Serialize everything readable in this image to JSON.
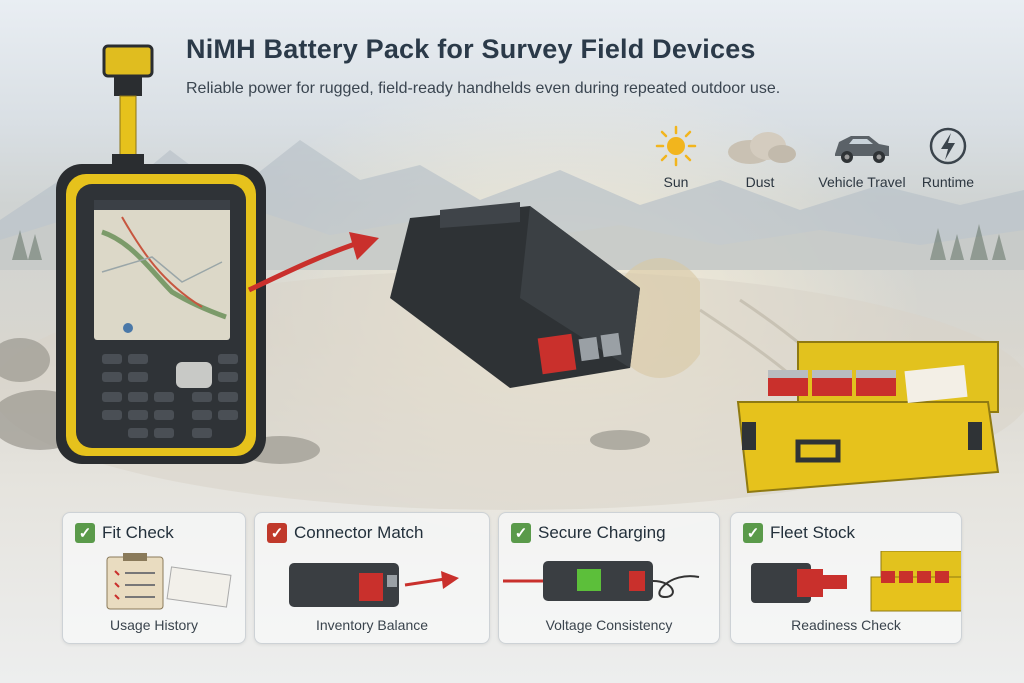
{
  "header": {
    "title": "NiMH Battery Pack for Survey Field Devices",
    "subtitle": "Reliable power for rugged, field-ready handhelds even during repeated outdoor use."
  },
  "conditions": [
    {
      "label": "Sun",
      "icon": "sun-icon"
    },
    {
      "label": "Dust",
      "icon": "dust-cloud-icon"
    },
    {
      "label": "Vehicle Travel",
      "icon": "vehicle-icon"
    },
    {
      "label": "Runtime",
      "icon": "lightning-icon"
    }
  ],
  "cards": [
    {
      "title": "Fit Check",
      "caption": "Usage History",
      "check_color": "#5a9a4a",
      "icon": "clipboard-icon"
    },
    {
      "title": "Connector Match",
      "caption": "Inventory Balance",
      "check_color": "#c0392b",
      "icon": "battery-connector-icon"
    },
    {
      "title": "Secure Charging",
      "caption": "Voltage Consistency",
      "check_color": "#5a9a4a",
      "icon": "charging-battery-icon"
    },
    {
      "title": "Fleet Stock",
      "caption": "Readiness Check",
      "check_color": "#5a9a4a",
      "icon": "battery-case-icon"
    }
  ],
  "colors": {
    "accent_yellow": "#e6c21c",
    "accent_red": "#c9302c",
    "device_body": "#2a2d30"
  }
}
